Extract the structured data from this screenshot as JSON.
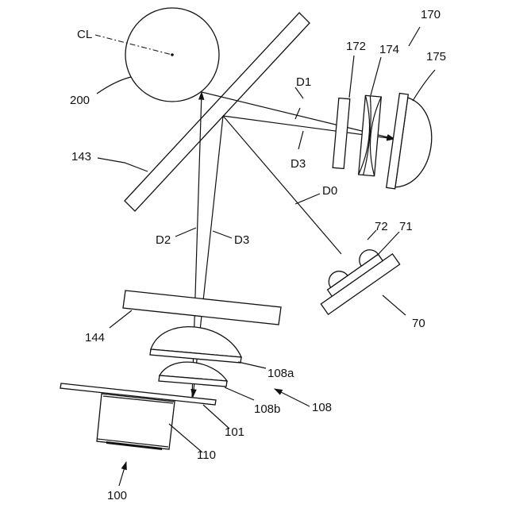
{
  "labels": {
    "cl": "CL",
    "n170": "170",
    "n172": "172",
    "n174": "174",
    "n175": "175",
    "n200": "200",
    "d1": "D1",
    "d3_top": "D3",
    "n143": "143",
    "d0": "D0",
    "d2": "D2",
    "d3_mid": "D3",
    "n72": "72",
    "n71": "71",
    "n70": "70",
    "n144": "144",
    "n108a": "108a",
    "n108b": "108b",
    "n108": "108",
    "n101": "101",
    "n110": "110",
    "n100": "100"
  }
}
